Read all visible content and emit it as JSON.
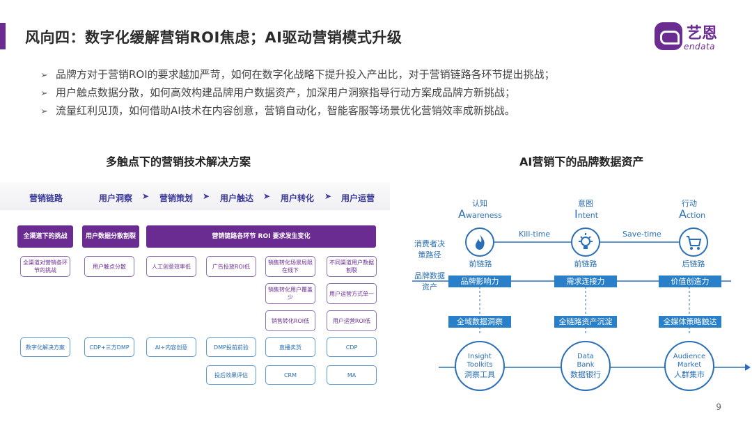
{
  "header": {
    "title": "风向四：数字化缓解营销ROI焦虑；AI驱动营销模式升级",
    "logo_cn": "艺恩",
    "logo_en": "endata"
  },
  "bullets": [
    "品牌方对于营销ROI的要求越加严苛，如何在数字化战略下提升投入产出比，对于营销链路各环节提出挑战；",
    "用户触点数据分散，如何高效构建品牌用户数据资产，加深用户洞察指导行动方案成品牌方新挑战；",
    "流量红利见顶，如何借助AI技术在内容创意，营销自动化，智能客服等场景优化营销效率成新挑战。"
  ],
  "left": {
    "title": "多触点下的营销技术解决方案",
    "head": [
      "营销链路",
      "用户洞察",
      "营销策划",
      "用户触达",
      "用户转化",
      "用户运营"
    ],
    "arrow": "➤",
    "bars": [
      "全渠道下的挑战",
      "用户数据分散割裂",
      "营销链路各环节 ROI 要求发生变化"
    ],
    "challenges": {
      "c1": "全渠道对营销各环节的挑战",
      "c2": "用户触点分散",
      "c3": "人工创意效率低",
      "c4": "广告投放ROI低",
      "c5a": "销售转化场景局限在线下",
      "c5b": "销售转化用户覆盖少",
      "c5c": "销售转化ROI低",
      "c6a": "不同渠道用户数据割裂",
      "c6b": "用户运营方式单一",
      "c6c": "用户运营ROI低"
    },
    "solutions": {
      "s1": "数字化解决方案",
      "s2": "CDP+三方DMP",
      "s3": "AI+内容创意",
      "s4a": "DMP投前前验",
      "s4b": "投后效果评估",
      "s5a": "直播卖货",
      "s5b": "CRM",
      "s6a": "CDP",
      "s6b": "MA"
    }
  },
  "right": {
    "title": "AI营销下的品牌数据资产",
    "stages": [
      {
        "cn": "认知",
        "first": "A",
        "rest": "wareness",
        "chain": "前链路",
        "power": "品牌影响力"
      },
      {
        "cn": "意图",
        "first": "I",
        "rest": "ntent",
        "chain": "前链路",
        "power": "需求连接力"
      },
      {
        "cn": "行动",
        "first": "A",
        "rest": "ction",
        "chain": "后链路",
        "power": "价值创造力"
      }
    ],
    "links": [
      "Kill-time",
      "Save-time"
    ],
    "row_labels": [
      "消费者决策路径",
      "品牌数据资产"
    ],
    "bottom_labels": [
      "全域数据洞察",
      "全链路资产沉淀",
      "全媒体策略触达"
    ],
    "tools": [
      {
        "en1": "Insight",
        "en2": "Toolkits",
        "cn": "洞察工具"
      },
      {
        "en1": "Data",
        "en2": "Bank",
        "cn": "数据银行"
      },
      {
        "en1": "Audience",
        "en2": "Market",
        "cn": "人群集市"
      }
    ]
  },
  "page_number": "9",
  "colors": {
    "accent": "#6a2c91",
    "blue": "#2a7fc9"
  }
}
